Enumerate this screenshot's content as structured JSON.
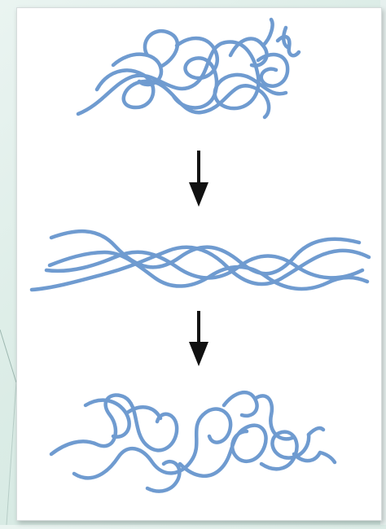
{
  "theme": {
    "backdrop_color": "#d6ebe5",
    "panel_color": "#ffffff",
    "strand_color": "#6f9bd0",
    "arrow_color": "#111111"
  },
  "figure": {
    "stages": [
      {
        "name": "coiled-chains"
      },
      {
        "name": "stretched-chains"
      },
      {
        "name": "recoiled-chains"
      }
    ],
    "arrows": [
      {
        "direction": "down"
      },
      {
        "direction": "down"
      }
    ]
  }
}
